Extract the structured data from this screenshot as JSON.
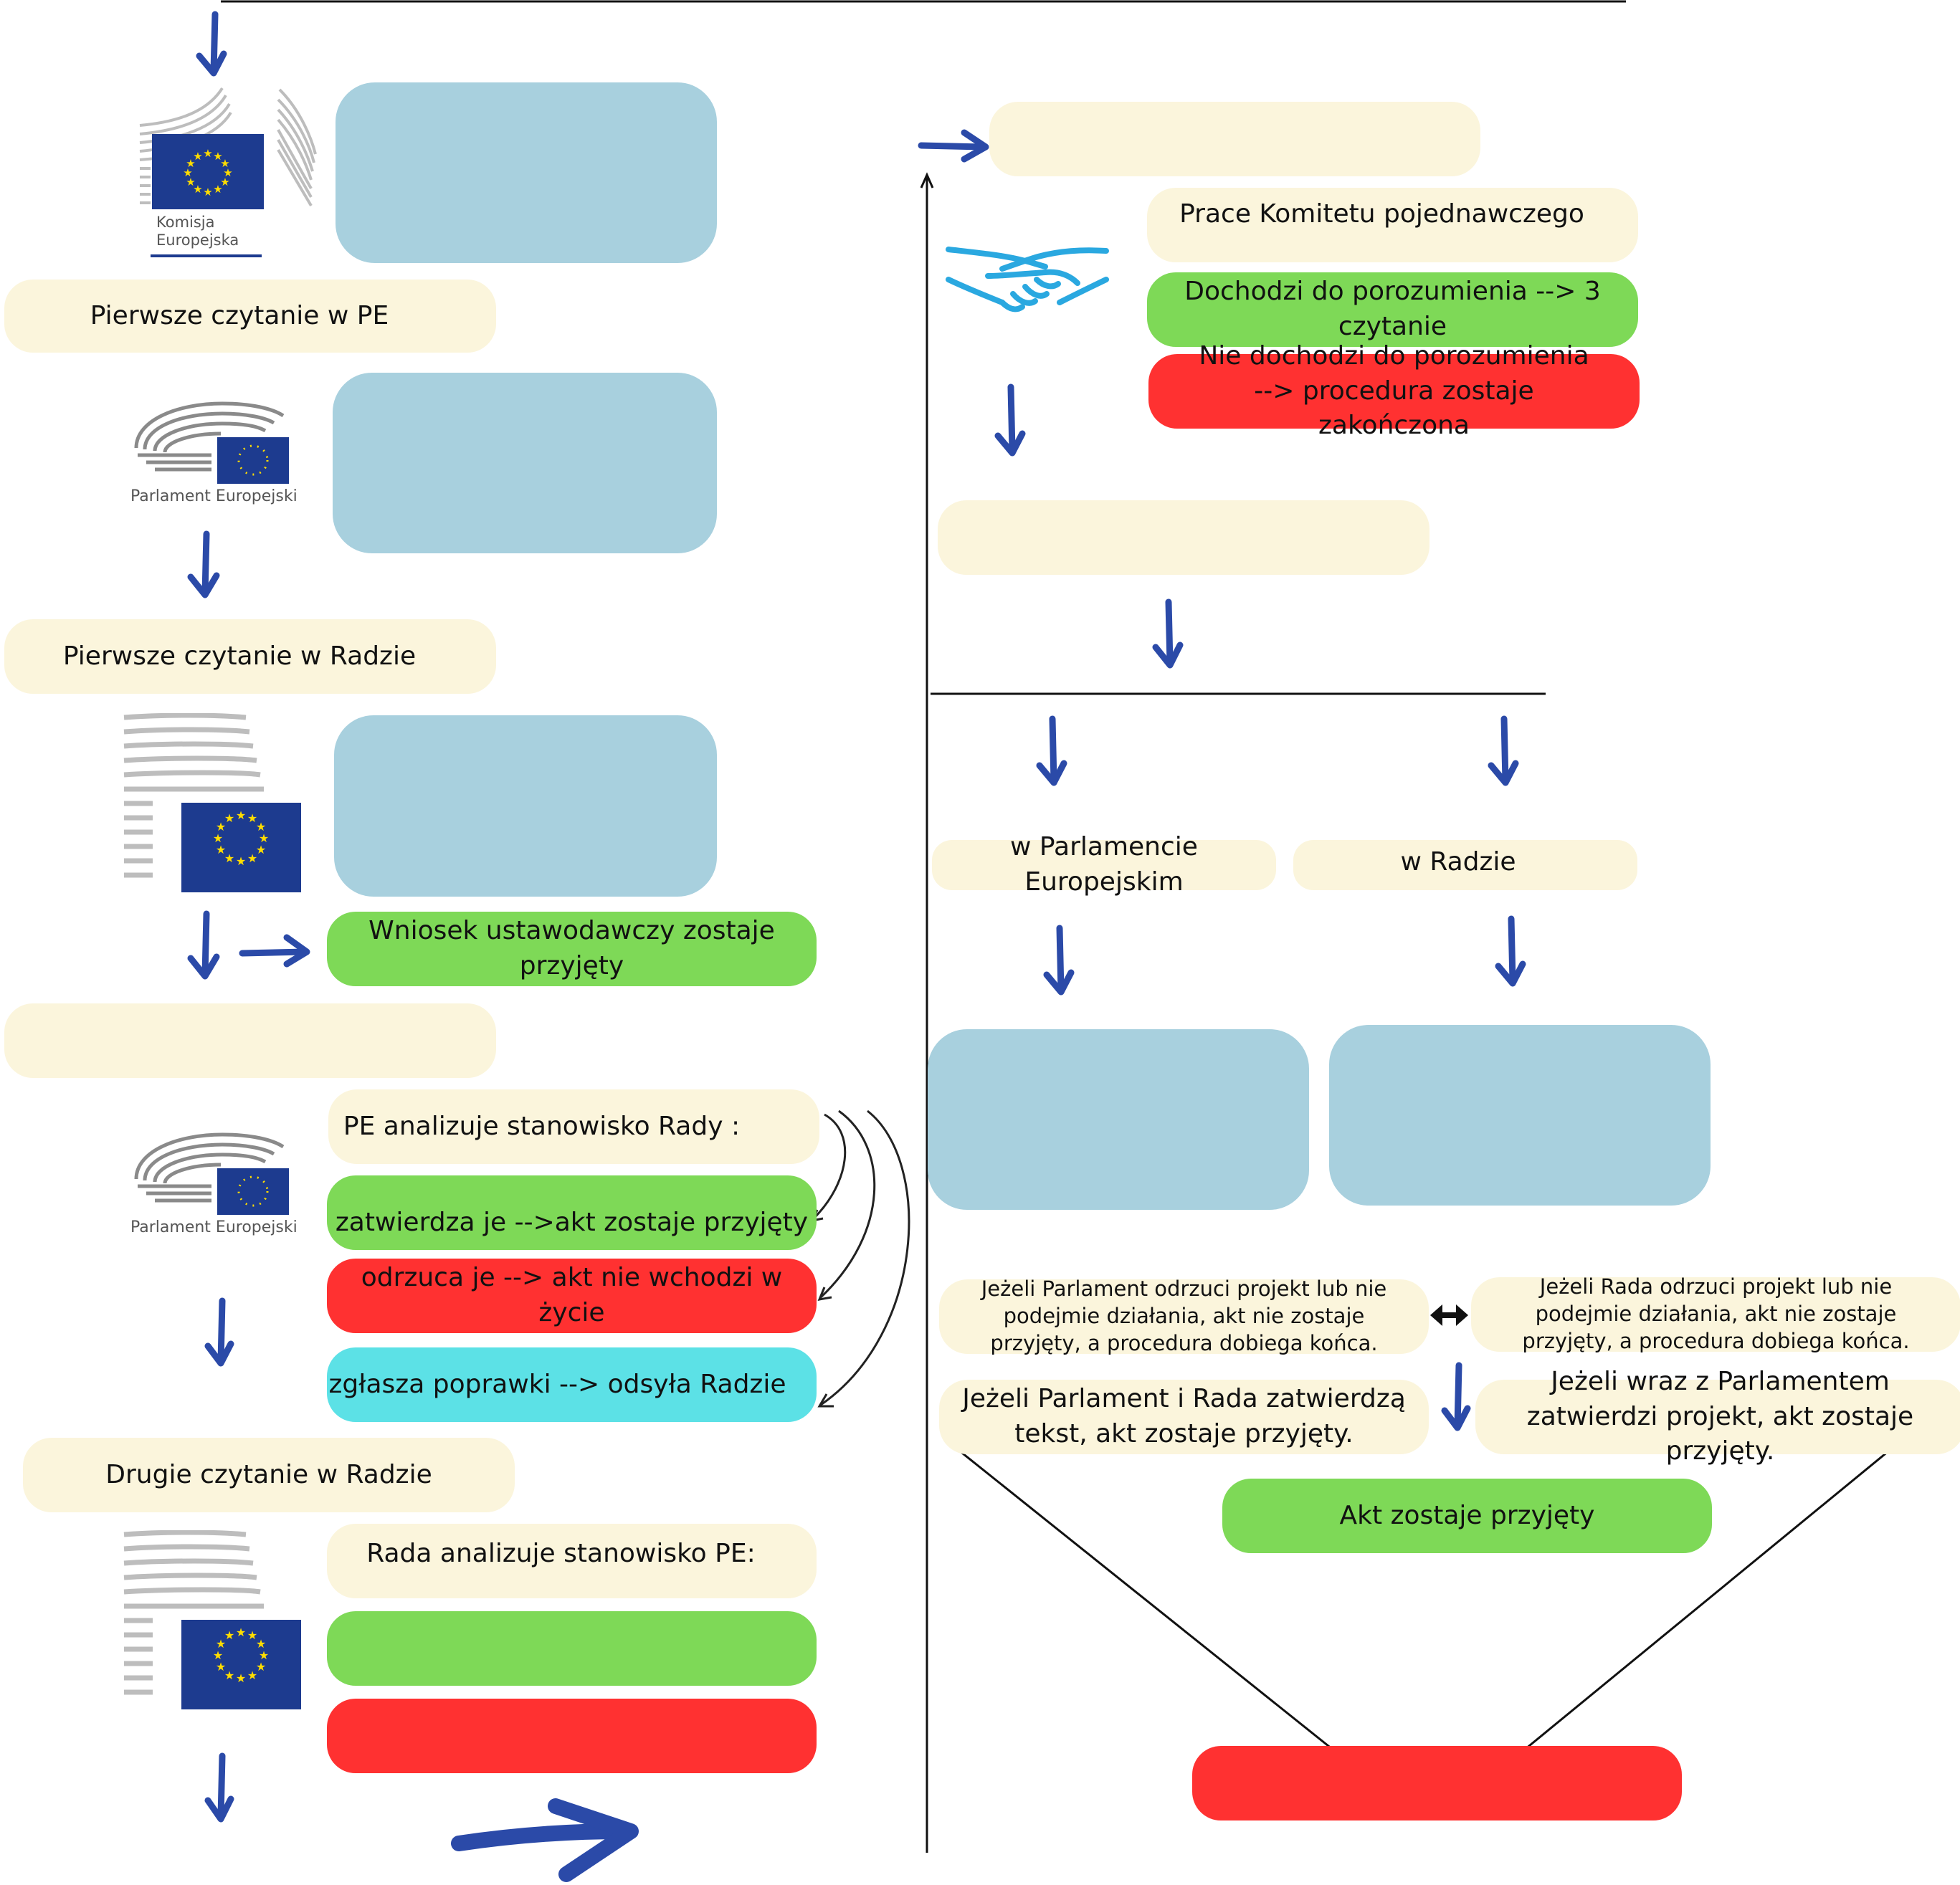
{
  "colors": {
    "cream": "#fbf5dc",
    "green": "#7ed957",
    "red": "#ff3131",
    "cyan": "#5ce1e6",
    "blue_box": "#a8d0de",
    "arrow": "#2b4aa8",
    "eu_flag": "#1d3b8f",
    "eu_star": "#ffdd00"
  },
  "logos": {
    "commission": {
      "line1": "Komisja",
      "line2": "Europejska",
      "icon": "european-commission-logo"
    },
    "parliament": {
      "text": "Parlament Europejski",
      "icon": "european-parliament-logo"
    },
    "council": {
      "icon": "council-of-eu-logo"
    },
    "handshake": {
      "icon": "handshake-icon"
    }
  },
  "left": {
    "first_reading_pe": "Pierwsze czytanie w PE",
    "first_reading_council": "Pierwsze czytanie w Radzie",
    "proposal_adopted": "Wniosek ustawodawczy zostaje przyjęty",
    "pe_analyses": "PE analizuje stanowisko Rady :",
    "approves": "zatwierdza je -->akt zostaje przyjęty",
    "rejects": "odrzuca je --> akt nie wchodzi w życie",
    "amends": "zgłasza poprawki --> odsyła Radzie",
    "second_reading_council": "Drugie czytanie w Radzie",
    "council_analyses": "Rada analizuje stanowisko PE:"
  },
  "right": {
    "committee_work": "Prace Komitetu pojednawczego",
    "agreement": "Dochodzi do porozumienia --> 3 czytanie",
    "no_agreement": "Nie dochodzi do porozumienia --> procedura zostaje zakończona",
    "in_parliament": "w Parlamencie Europejskim",
    "in_council": "w Radzie",
    "parliament_rejects": "Jeżeli Parlament odrzuci projekt lub nie podejmie działania, akt nie zostaje przyjęty, a procedura dobiega końca.",
    "council_rejects": "Jeżeli Rada odrzuci projekt lub nie podejmie działania, akt nie zostaje przyjęty, a procedura dobiega końca.",
    "both_approve": "Jeżeli Parlament i Rada zatwierdzą tekst, akt zostaje przyjęty.",
    "council_with_parliament": "Jeżeli wraz z Parlamentem zatwierdzi projekt, akt zostaje przyjęty.",
    "act_adopted": "Akt zostaje przyjęty"
  }
}
